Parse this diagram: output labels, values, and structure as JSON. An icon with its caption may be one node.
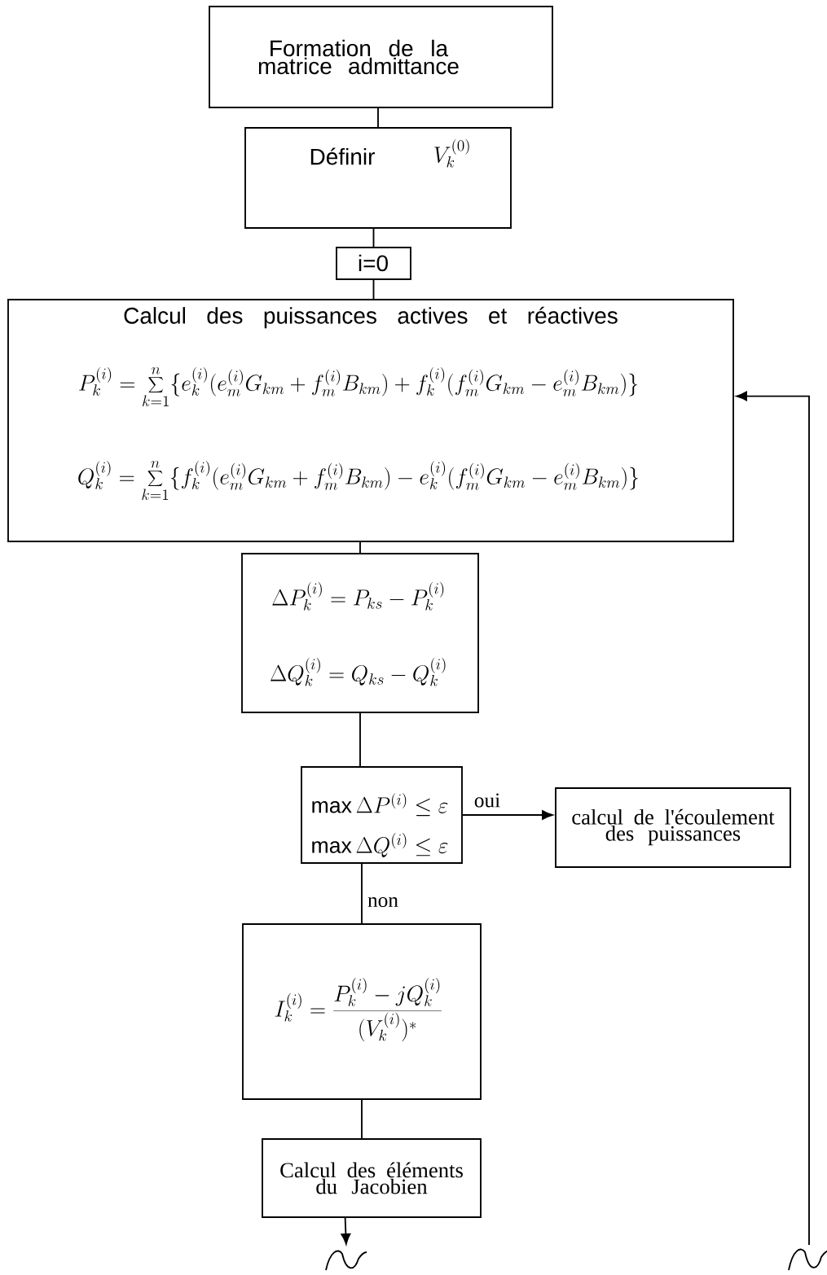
{
  "diagram": {
    "nodes": [
      {
        "text": [
          "Formation de la matrice admittance"
        ]
      },
      {
        "text": [
          "Définir",
          "V_k^{(0)}"
        ]
      },
      {
        "text": [
          "i=0"
        ]
      },
      {
        "text": [
          "Calcul des puissances actives et réactives",
          "P_k^{(i)}= \\sum_{k=1}^{n} \\{ e_k^{(i)} ( e_m^{(i)} G_{km}+f_m^{(i)} B_{km}) + f_k^{(i)} ( f_m^{(i)} G_{km}- e_m^{(i)} B_{km})\\}",
          "Q_k^{(i)}= \\sum_{k=1}^{n} \\{ f_k^{(i)} ( e_m^{(i)} G_{km}+f_m^{(i)} B_{km})- e_k^{(i)} ( f_m^{(i)} G_{km}- e_m^{(i)} B_{km})\\}"
        ]
      },
      {
        "text": [
          "\\Delta P_k^{(i)} = P_{ks} - P_k^{(i)}",
          "\\Delta Q_k^{(i)} = Q_{ks} - Q_k^{(i)}"
        ]
      },
      {
        "text": [
          "\\max \\Delta P^{(i)} \\leq \\varepsilon",
          "\\max \\Delta Q^{(i)} \\leq \\varepsilon"
        ]
      },
      {
        "text": [
          "calcul de l'écoulement des puissances"
        ]
      },
      {
        "text": [
          "I_k^{(i)} = \\frac{P_k^{(i)} - jQ_k^{(i)}}{(V_k^{(i)})^{*}}"
        ]
      },
      {
        "text": [
          "Calcul des éléments du Jacobien"
        ]
      },
      {
        "text": [],
        "shape": "wave"
      },
      {
        "text": [],
        "shape": "wave"
      }
    ],
    "edges": [
      {
        "from": 0,
        "to": 1,
        "arrow": "none"
      },
      {
        "from": 1,
        "to": 2,
        "arrow": "none"
      },
      {
        "from": 2,
        "to": 3,
        "arrow": "none"
      },
      {
        "from": 3,
        "to": 4,
        "arrow": "none"
      },
      {
        "from": 4,
        "to": 5,
        "arrow": "none"
      },
      {
        "from": 5,
        "to": 6,
        "arrow": "to",
        "label": "oui"
      },
      {
        "from": 5,
        "to": 7,
        "arrow": "none",
        "label": "non"
      },
      {
        "from": 7,
        "to": 8,
        "arrow": "none"
      },
      {
        "from": 8,
        "to": 9,
        "arrow": "to"
      },
      {
        "from": 10,
        "to": 3,
        "arrow": "to"
      }
    ]
  }
}
